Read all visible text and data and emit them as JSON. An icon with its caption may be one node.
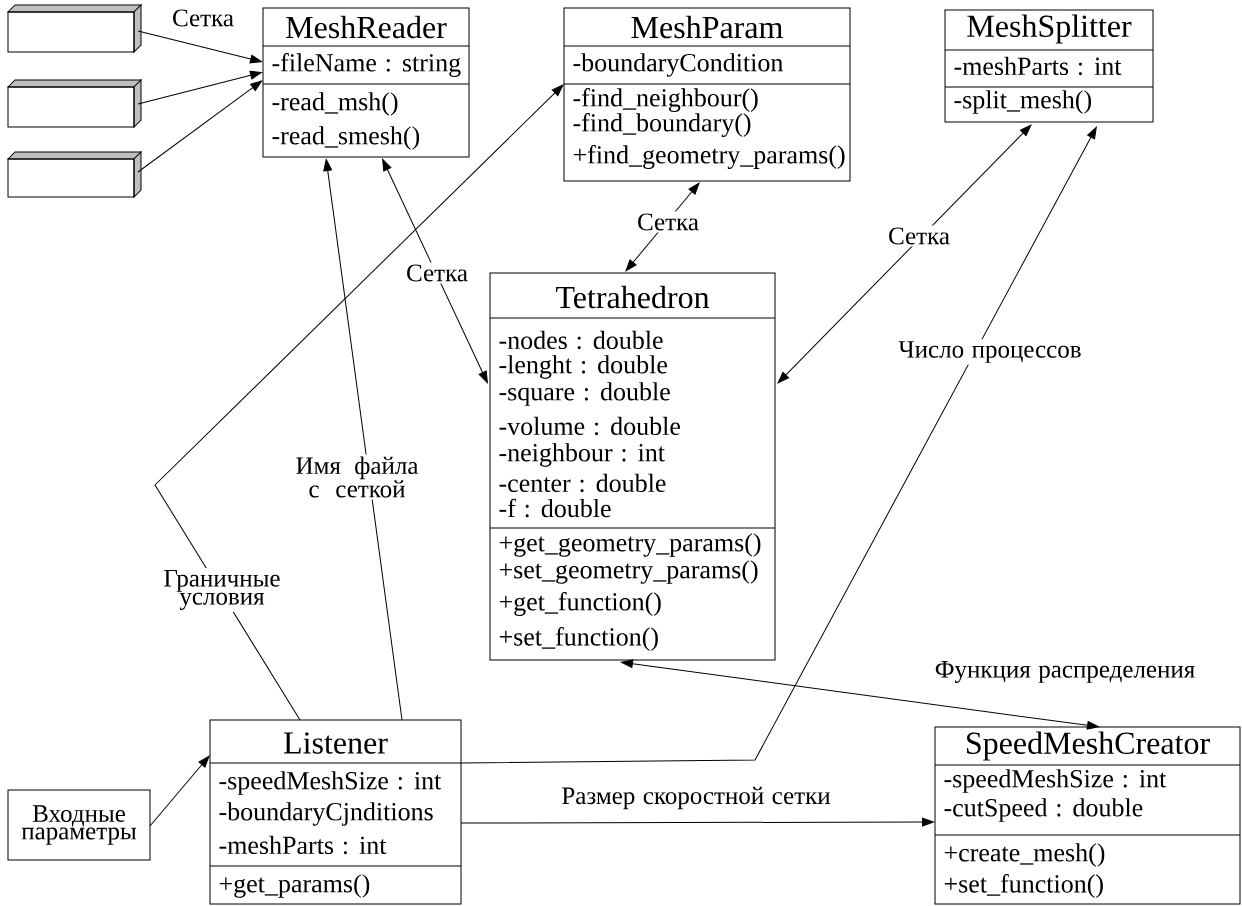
{
  "diagram": {
    "nodes": [
      {
        "text": [],
        "shape": "box"
      },
      {
        "text": [],
        "shape": "box"
      },
      {
        "text": [],
        "shape": "box"
      },
      {
        "text": [
          "MeshReader",
          "-fileName : string",
          "-read_msh()",
          "-read_smesh()"
        ]
      },
      {
        "text": [
          "MeshParam",
          "-boundaryCondition",
          "-find_neighbour()",
          "-find_boundary()",
          "+find_geometry_params()"
        ]
      },
      {
        "text": [
          "MeshSplitter",
          "-meshParts : int",
          "-split_mesh()"
        ]
      },
      {
        "text": [
          "Tetrahedron",
          "-nodes : double",
          "-lenght : double",
          "-square : double",
          "-volume : double",
          "-neighbour : int",
          "-center : double",
          "-f : double",
          "+get_geometry_params()",
          "+set_geometry_params()",
          "+get_function()",
          "+set_function()"
        ]
      },
      {
        "text": [
          "Listener",
          "-speedMeshSize : int",
          "-boundaryCjnditions",
          "-meshParts : int",
          "+get_params()"
        ]
      },
      {
        "text": [
          "Входные параметры"
        ]
      },
      {
        "text": [
          "SpeedMeshCreator",
          "-speedMeshSize : int",
          "-cutSpeed : double",
          "+create_mesh()",
          "+set_function()"
        ]
      }
    ],
    "edges": [
      {
        "from": 0,
        "to": 3,
        "arrow": "to",
        "label": "Сетка"
      },
      {
        "from": 1,
        "to": 3,
        "arrow": "to"
      },
      {
        "from": 2,
        "to": 3,
        "arrow": "to"
      },
      {
        "from": 7,
        "to": 3,
        "arrow": "to",
        "label": "Имя файла с сеткой"
      },
      {
        "from": 7,
        "to": 4,
        "arrow": "to",
        "label": "Граничные условия"
      },
      {
        "from": 3,
        "to": 6,
        "arrow": "both",
        "label": "Сетка"
      },
      {
        "from": 4,
        "to": 6,
        "arrow": "both",
        "label": "Сетка"
      },
      {
        "from": 5,
        "to": 6,
        "arrow": "both",
        "label": "Сетка"
      },
      {
        "from": 7,
        "to": 5,
        "arrow": "to",
        "label": "Число процессов"
      },
      {
        "from": 6,
        "to": 9,
        "arrow": "both",
        "label": "Функция распределения"
      },
      {
        "from": 7,
        "to": 9,
        "arrow": "to",
        "label": "Размер скоростной сетки"
      },
      {
        "from": 8,
        "to": 7,
        "arrow": "to"
      }
    ]
  }
}
